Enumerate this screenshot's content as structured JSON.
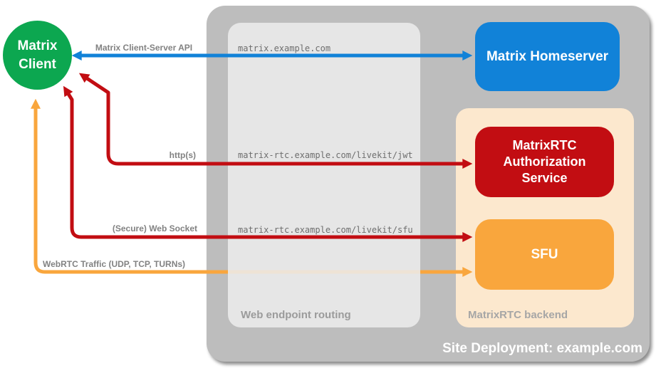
{
  "client": {
    "label": "Matrix\nClient"
  },
  "homeserver": {
    "label": "Matrix Homeserver"
  },
  "auth_service": {
    "label": "MatrixRTC\nAuthorization\nService"
  },
  "sfu": {
    "label": "SFU"
  },
  "routing": {
    "title": "Web endpoint routing",
    "endpoints": {
      "homeserver": "matrix.example.com",
      "jwt": "matrix-rtc.example.com/livekit/jwt",
      "sfu": "matrix-rtc.example.com/livekit/sfu"
    }
  },
  "backend": {
    "title": "MatrixRTC backend"
  },
  "deployment": {
    "title": "Site Deployment: example.com"
  },
  "connections": {
    "client_server_api": "Matrix Client-Server API",
    "https": "http(s)",
    "websocket": "(Secure) Web Socket",
    "webrtc": "WebRTC Traffic (UDP, TCP, TURNs)"
  },
  "colors": {
    "client_green": "#0ca750",
    "homeserver_blue": "#1182d8",
    "auth_red": "#c20d12",
    "arrow_orange": "#f9a63d",
    "backend_peach": "#fce8ce",
    "container_gray": "#bdbdbd",
    "routing_gray": "#ebebeb",
    "label_gray": "#828282"
  }
}
